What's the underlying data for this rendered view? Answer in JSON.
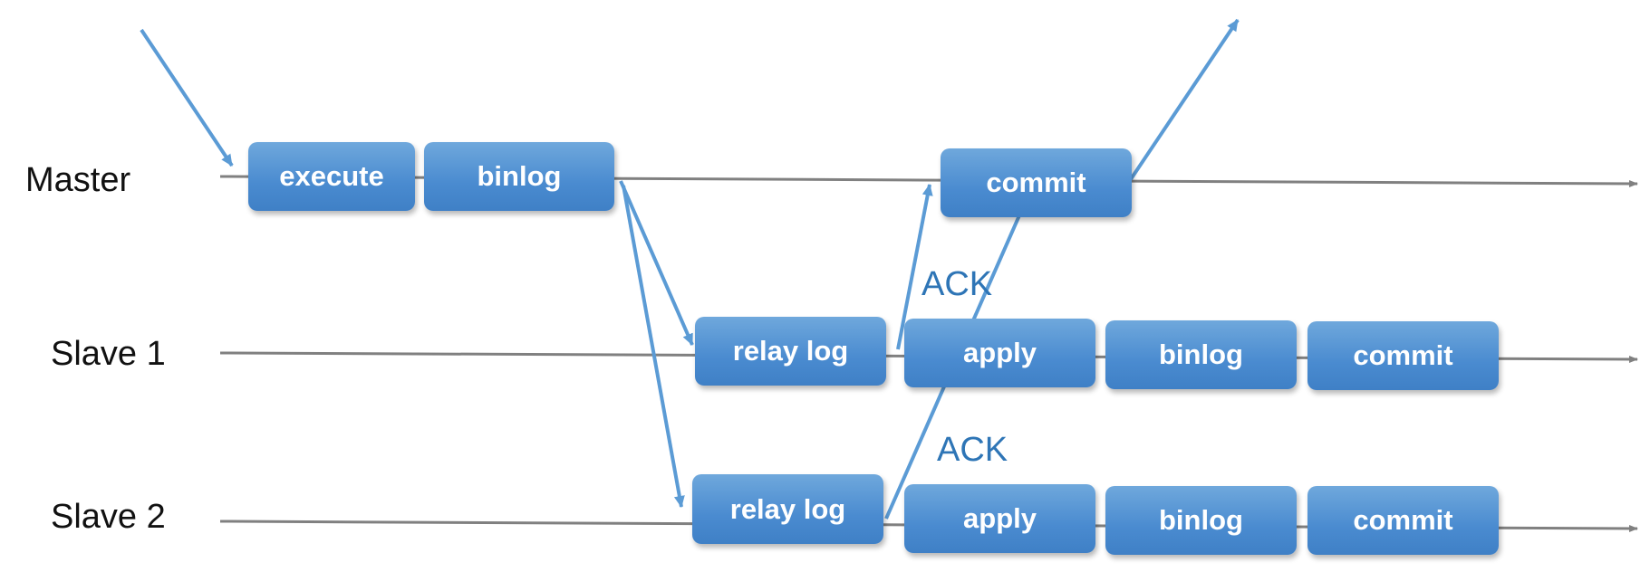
{
  "rows": {
    "master": "Master",
    "slave1": "Slave 1",
    "slave2": "Slave 2"
  },
  "steps": {
    "master_execute": "execute",
    "master_binlog": "binlog",
    "master_commit": "commit",
    "slave1_relay_log": "relay log",
    "slave1_apply": "apply",
    "slave1_binlog": "binlog",
    "slave1_commit": "commit",
    "slave2_relay_log": "relay log",
    "slave2_apply": "apply",
    "slave2_binlog": "binlog",
    "slave2_commit": "commit"
  },
  "acks": {
    "slave1_ack": "ACK",
    "slave2_ack": "ACK"
  },
  "colors": {
    "timeline": "#808080",
    "flow_arrow": "#5b9bd5",
    "box_fill": "#4a8bd0",
    "ack_text": "#2e75b6"
  }
}
